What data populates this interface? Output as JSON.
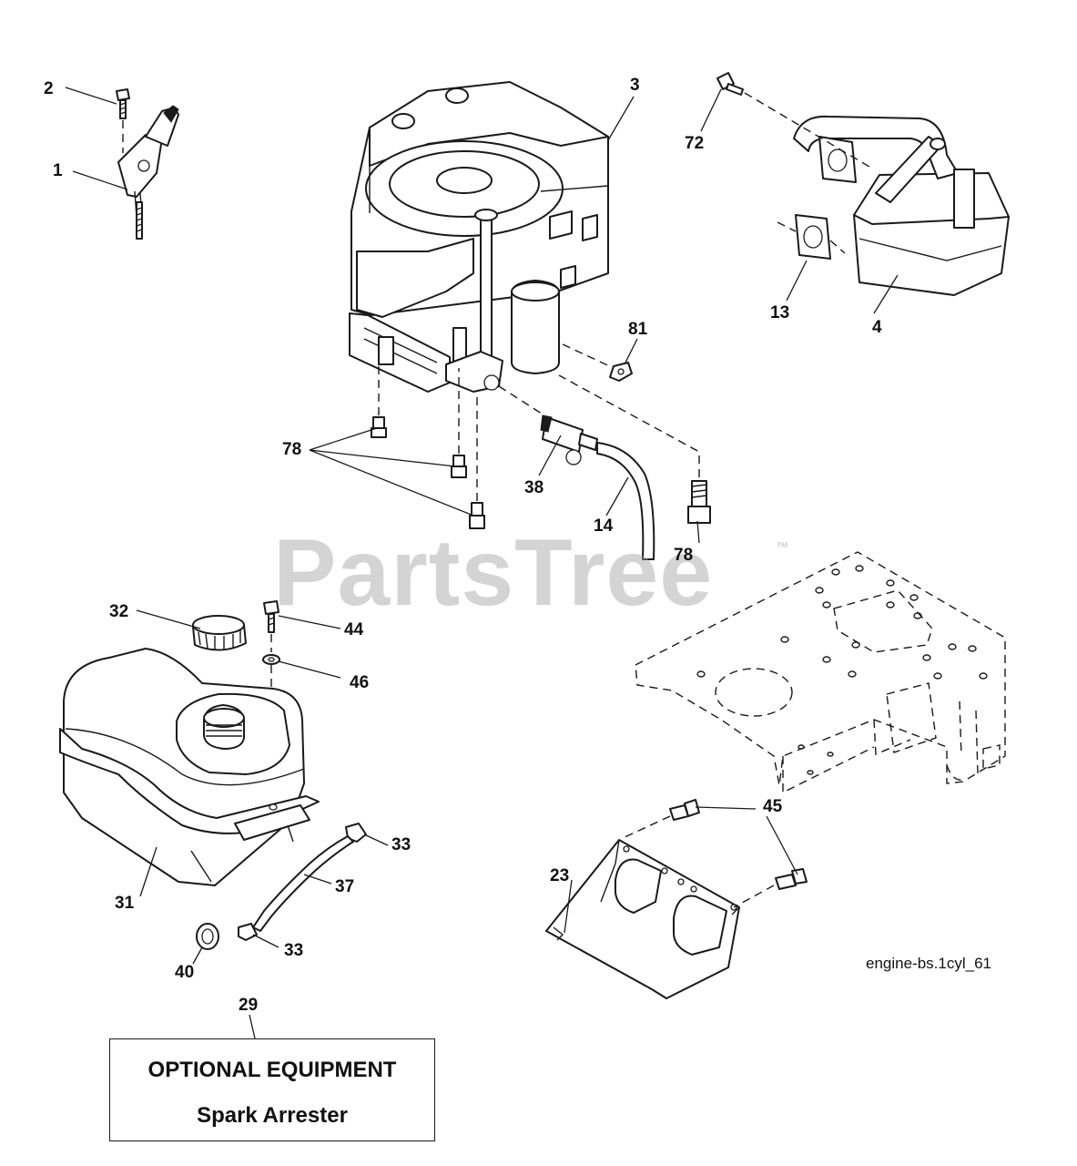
{
  "watermark": {
    "brand": "PartsTree",
    "trademark": "™"
  },
  "diagram_id": "engine-bs.1cyl_61",
  "optional_box": {
    "line1": "OPTIONAL EQUIPMENT",
    "line2": "Spark Arrester"
  },
  "callouts": {
    "c1": "1",
    "c2": "2",
    "c3": "3",
    "c4": "4",
    "c13": "13",
    "c14": "14",
    "c23": "23",
    "c29": "29",
    "c31": "31",
    "c32": "32",
    "c33a": "33",
    "c33b": "33",
    "c37": "37",
    "c38": "38",
    "c40": "40",
    "c44": "44",
    "c45": "45",
    "c46": "46",
    "c72": "72",
    "c78a": "78",
    "c78b": "78",
    "c81": "81"
  },
  "parts": [
    {
      "key": "c1",
      "icon": "throttle-control-icon"
    },
    {
      "key": "c2",
      "icon": "screw-icon"
    },
    {
      "key": "c3",
      "icon": "engine-icon"
    },
    {
      "key": "c4",
      "icon": "muffler-icon"
    },
    {
      "key": "c13",
      "icon": "gasket-icon"
    },
    {
      "key": "c14",
      "icon": "fuel-line-icon"
    },
    {
      "key": "c23",
      "icon": "heat-shield-icon"
    },
    {
      "key": "c29",
      "icon": "spark-arrester-icon"
    },
    {
      "key": "c31",
      "icon": "fuel-tank-icon"
    },
    {
      "key": "c32",
      "icon": "fuel-cap-icon"
    },
    {
      "key": "c33a",
      "icon": "clamp-icon"
    },
    {
      "key": "c37",
      "icon": "hose-icon"
    },
    {
      "key": "c38",
      "icon": "fuel-filter-icon"
    },
    {
      "key": "c40",
      "icon": "grommet-icon"
    },
    {
      "key": "c44",
      "icon": "bolt-icon"
    },
    {
      "key": "c45",
      "icon": "bolt-icon"
    },
    {
      "key": "c46",
      "icon": "washer-icon"
    },
    {
      "key": "c72",
      "icon": "bolt-icon"
    },
    {
      "key": "c78a",
      "icon": "bolt-icon"
    },
    {
      "key": "c81",
      "icon": "nut-icon"
    }
  ]
}
